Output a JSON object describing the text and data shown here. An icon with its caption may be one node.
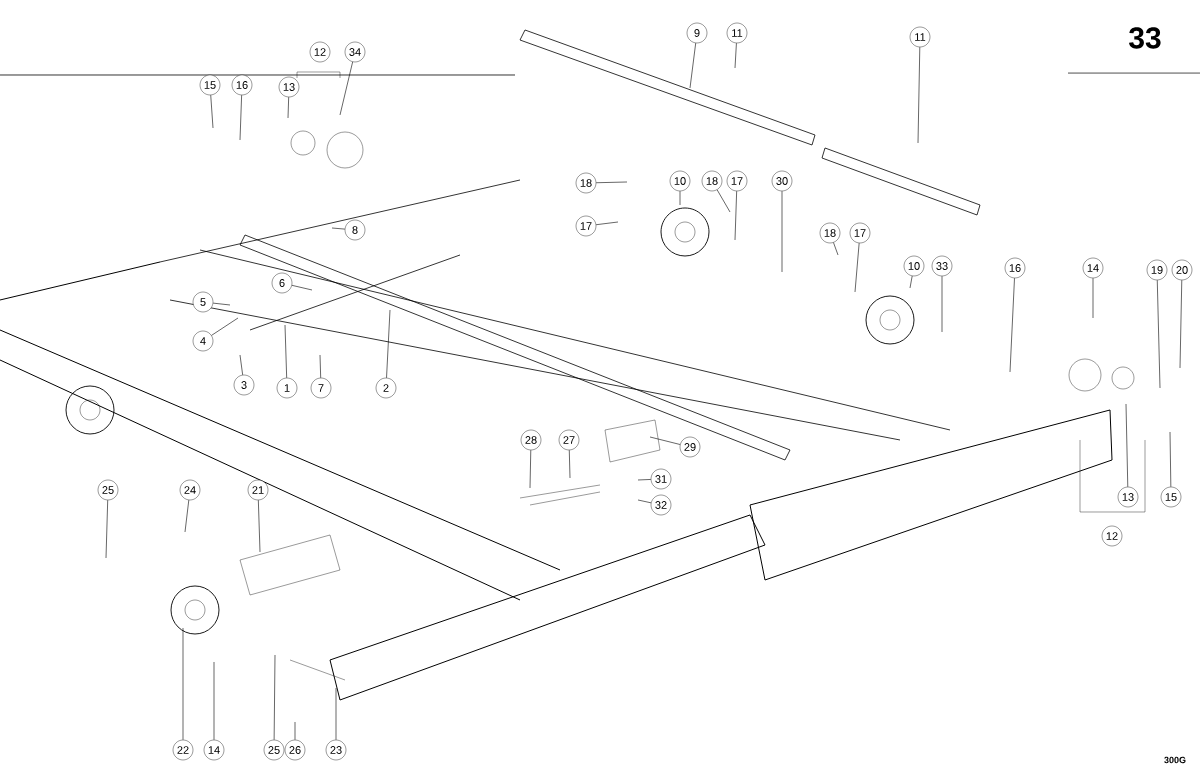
{
  "diagram": {
    "nodes": [
      {
        "text": [
          "12"
        ]
      },
      {
        "text": [
          "34"
        ]
      },
      {
        "text": [
          "15"
        ]
      },
      {
        "text": [
          "16"
        ]
      },
      {
        "text": [
          "13"
        ]
      },
      {
        "text": [
          "9"
        ]
      },
      {
        "text": [
          "11"
        ]
      },
      {
        "text": [
          "11"
        ]
      },
      {
        "text": [
          "18"
        ]
      },
      {
        "text": [
          "10"
        ]
      },
      {
        "text": [
          "18"
        ]
      },
      {
        "text": [
          "17"
        ]
      },
      {
        "text": [
          "30"
        ]
      },
      {
        "text": [
          "17"
        ]
      },
      {
        "text": [
          "8"
        ]
      },
      {
        "text": [
          "6"
        ]
      },
      {
        "text": [
          "5"
        ]
      },
      {
        "text": [
          "4"
        ]
      },
      {
        "text": [
          "3"
        ]
      },
      {
        "text": [
          "1"
        ]
      },
      {
        "text": [
          "7"
        ]
      },
      {
        "text": [
          "2"
        ]
      },
      {
        "text": [
          "18"
        ]
      },
      {
        "text": [
          "17"
        ]
      },
      {
        "text": [
          "10"
        ]
      },
      {
        "text": [
          "33"
        ]
      },
      {
        "text": [
          "16"
        ]
      },
      {
        "text": [
          "14"
        ]
      },
      {
        "text": [
          "19"
        ]
      },
      {
        "text": [
          "20"
        ]
      },
      {
        "text": [
          "28"
        ]
      },
      {
        "text": [
          "27"
        ]
      },
      {
        "text": [
          "29"
        ]
      },
      {
        "text": [
          "31"
        ]
      },
      {
        "text": [
          "32"
        ]
      },
      {
        "text": [
          "13"
        ]
      },
      {
        "text": [
          "15"
        ]
      },
      {
        "text": [
          "12"
        ]
      },
      {
        "text": [
          "25"
        ]
      },
      {
        "text": [
          "24"
        ]
      },
      {
        "text": [
          "21"
        ]
      },
      {
        "text": [
          "22"
        ]
      },
      {
        "text": [
          "14"
        ]
      },
      {
        "text": [
          "25"
        ]
      },
      {
        "text": [
          "26"
        ]
      },
      {
        "text": [
          "23"
        ]
      }
    ],
    "edges": [
      {
        "from": 1,
        "to": null,
        "arrow": "none"
      },
      {
        "from": 2,
        "to": null,
        "arrow": "none"
      },
      {
        "from": 3,
        "to": null,
        "arrow": "none"
      },
      {
        "from": 4,
        "to": null,
        "arrow": "none"
      },
      {
        "from": 5,
        "to": null,
        "arrow": "none"
      },
      {
        "from": 6,
        "to": null,
        "arrow": "none"
      },
      {
        "from": 7,
        "to": null,
        "arrow": "none"
      },
      {
        "from": 8,
        "to": null,
        "arrow": "none"
      },
      {
        "from": 9,
        "to": null,
        "arrow": "none"
      },
      {
        "from": 10,
        "to": null,
        "arrow": "none"
      },
      {
        "from": 11,
        "to": null,
        "arrow": "none"
      },
      {
        "from": 12,
        "to": null,
        "arrow": "none"
      },
      {
        "from": 13,
        "to": null,
        "arrow": "none"
      },
      {
        "from": 14,
        "to": null,
        "arrow": "none"
      },
      {
        "from": 15,
        "to": null,
        "arrow": "none"
      },
      {
        "from": 16,
        "to": null,
        "arrow": "none"
      },
      {
        "from": 17,
        "to": null,
        "arrow": "none"
      },
      {
        "from": 18,
        "to": null,
        "arrow": "none"
      },
      {
        "from": 19,
        "to": null,
        "arrow": "none"
      },
      {
        "from": 20,
        "to": null,
        "arrow": "none"
      },
      {
        "from": 21,
        "to": null,
        "arrow": "none"
      },
      {
        "from": 22,
        "to": null,
        "arrow": "none"
      },
      {
        "from": 23,
        "to": null,
        "arrow": "none"
      },
      {
        "from": 24,
        "to": null,
        "arrow": "none"
      },
      {
        "from": 25,
        "to": null,
        "arrow": "none"
      },
      {
        "from": 26,
        "to": null,
        "arrow": "none"
      },
      {
        "from": 27,
        "to": null,
        "arrow": "none"
      },
      {
        "from": 28,
        "to": null,
        "arrow": "none"
      },
      {
        "from": 29,
        "to": null,
        "arrow": "none"
      },
      {
        "from": 30,
        "to": null,
        "arrow": "none"
      },
      {
        "from": 31,
        "to": null,
        "arrow": "none"
      },
      {
        "from": 32,
        "to": null,
        "arrow": "none"
      },
      {
        "from": 33,
        "to": null,
        "arrow": "none"
      },
      {
        "from": 34,
        "to": null,
        "arrow": "none"
      },
      {
        "from": 35,
        "to": null,
        "arrow": "none"
      },
      {
        "from": 36,
        "to": null,
        "arrow": "none"
      },
      {
        "from": 38,
        "to": null,
        "arrow": "none"
      },
      {
        "from": 39,
        "to": null,
        "arrow": "none"
      },
      {
        "from": 40,
        "to": null,
        "arrow": "none"
      },
      {
        "from": 41,
        "to": null,
        "arrow": "none"
      },
      {
        "from": 42,
        "to": null,
        "arrow": "none"
      },
      {
        "from": 43,
        "to": null,
        "arrow": "none"
      },
      {
        "from": 44,
        "to": null,
        "arrow": "none"
      },
      {
        "from": 45,
        "to": null,
        "arrow": "none"
      }
    ],
    "labels": [
      "33",
      "300G"
    ]
  }
}
